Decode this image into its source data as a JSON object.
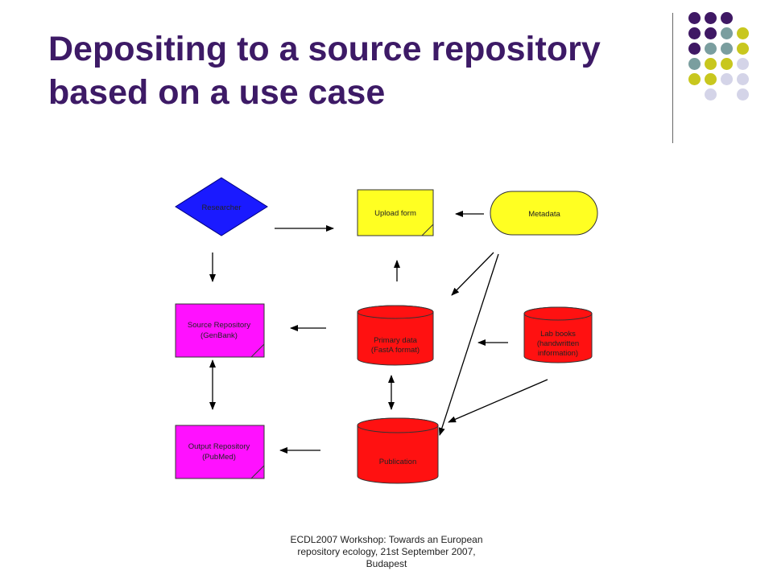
{
  "slide": {
    "title_lines": [
      "Depositing to a source repository",
      "based on a use case"
    ],
    "footer_lines": [
      "ECDL2007 Workshop: Towards an European",
      "repository ecology, 21st September 2007,",
      "Budapest"
    ]
  },
  "palette": {
    "title": "#3d1a66",
    "purple": "#3f1864",
    "teal": "#7a9e9f",
    "olive": "#c8c71e",
    "lavender": "#d4d4e8"
  },
  "decoration_grid": [
    [
      "purple",
      "purple",
      "purple",
      "",
      ""
    ],
    [
      "purple",
      "purple",
      "teal",
      "olive",
      ""
    ],
    [
      "purple",
      "teal",
      "teal",
      "olive",
      ""
    ],
    [
      "teal",
      "olive",
      "olive",
      "lavender",
      ""
    ],
    [
      "olive",
      "olive",
      "lavender",
      "lavender",
      ""
    ],
    [
      "",
      "lavender",
      "",
      "lavender",
      ""
    ]
  ],
  "diagram": {
    "nodes": {
      "researcher": {
        "label_lines": [
          "Researcher"
        ],
        "shape": "diamond",
        "color": "#1a1aff"
      },
      "upload_form": {
        "label_lines": [
          "Upload form"
        ],
        "shape": "note",
        "color": "#ffff22"
      },
      "metadata": {
        "label_lines": [
          "Metadata"
        ],
        "shape": "terminator",
        "color": "#ffff22"
      },
      "source_repository": {
        "label_lines": [
          "Source Repository",
          "(GenBank)"
        ],
        "shape": "note",
        "color": "#ff11ff"
      },
      "primary_data": {
        "label_lines": [
          "Primary data",
          "(FastA format)"
        ],
        "shape": "cylinder",
        "color": "#ff1111"
      },
      "lab_books": {
        "label_lines": [
          "Lab books",
          "(handwritten",
          "information)"
        ],
        "shape": "cylinder",
        "color": "#ff1111"
      },
      "output_repository": {
        "label_lines": [
          "Output Repository",
          "(PubMed)"
        ],
        "shape": "note",
        "color": "#ff11ff"
      },
      "publication": {
        "label_lines": [
          "Publication"
        ],
        "shape": "cylinder",
        "color": "#ff1111"
      }
    }
  }
}
